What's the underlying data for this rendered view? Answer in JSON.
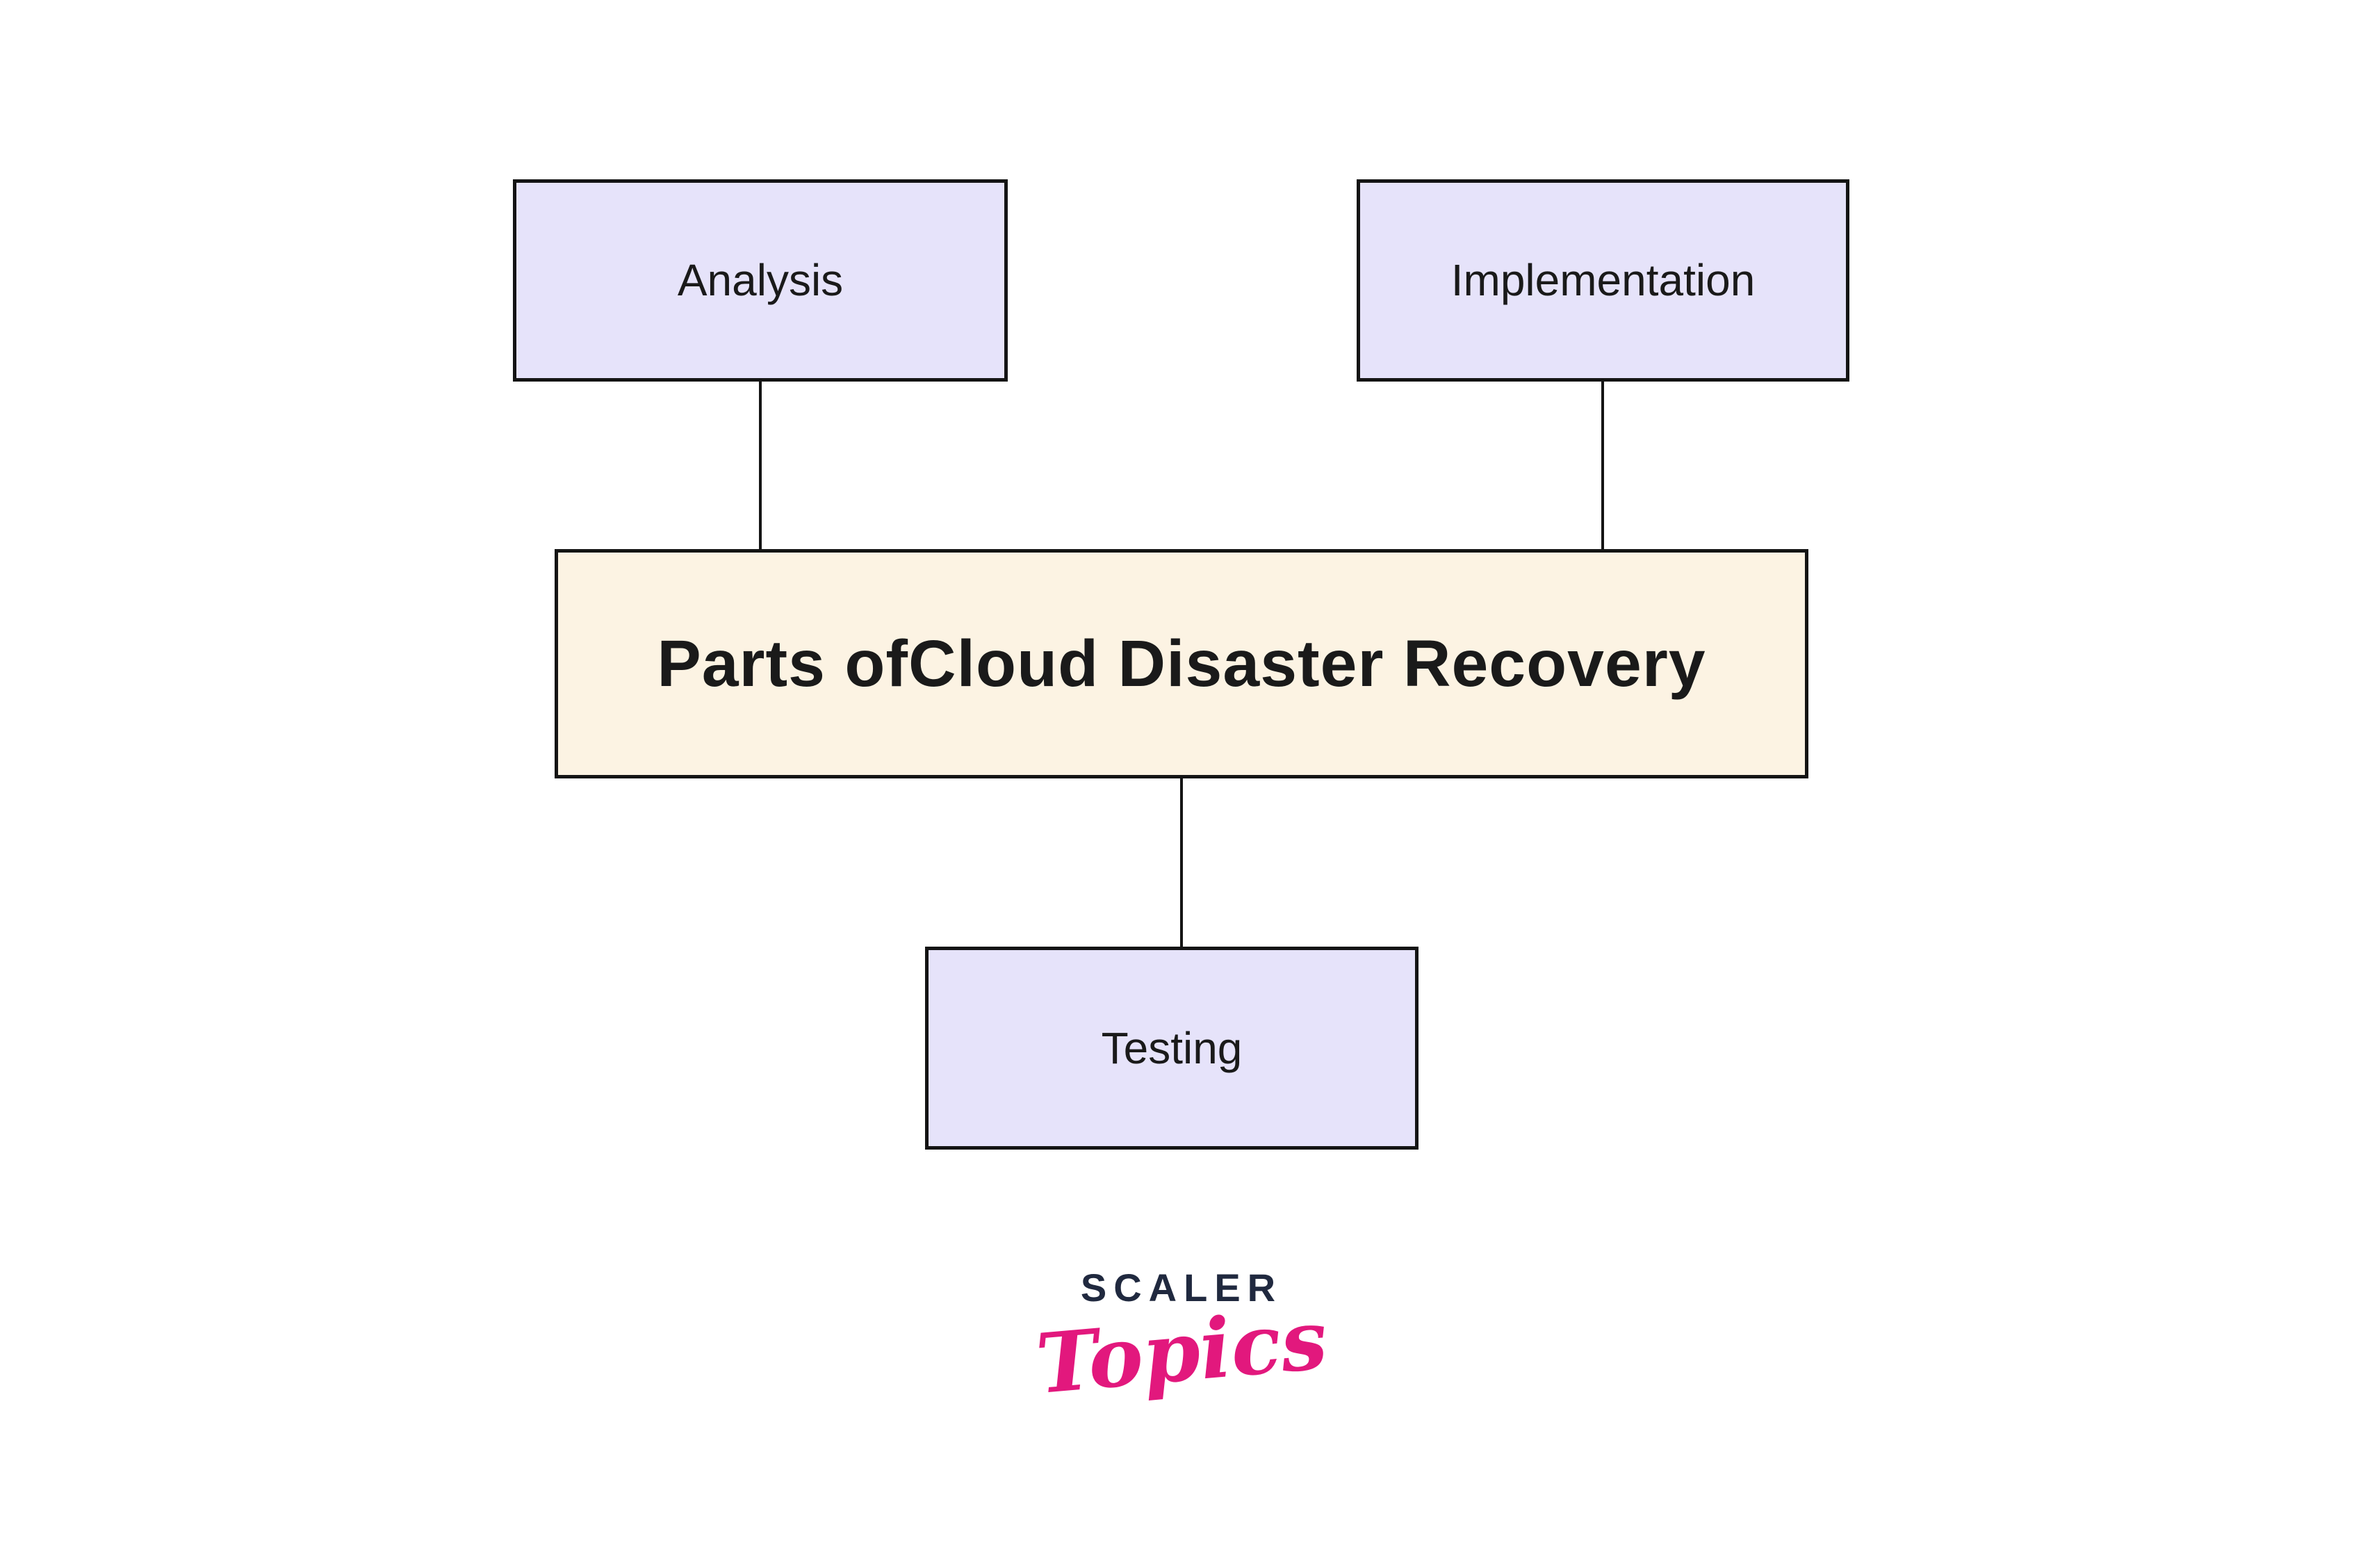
{
  "diagram": {
    "center": {
      "label": "Parts ofCloud Disaster Recovery"
    },
    "nodes": [
      {
        "id": "analysis",
        "label": "Analysis"
      },
      {
        "id": "implementation",
        "label": "Implementation"
      },
      {
        "id": "testing",
        "label": "Testing"
      }
    ],
    "connectors": [
      {
        "from": "analysis",
        "to": "center"
      },
      {
        "from": "implementation",
        "to": "center"
      },
      {
        "from": "center",
        "to": "testing"
      }
    ]
  },
  "logo": {
    "brand": "SCALER",
    "sub": "Topics"
  },
  "colors": {
    "background": "#ffffff",
    "node_fill": "#e6e3fa",
    "center_fill": "#fcf3e3",
    "border": "#141414",
    "text": "#1a1a1a",
    "connector": "#141414",
    "logo_navy": "#20293f",
    "logo_pink": "#e2187d"
  }
}
